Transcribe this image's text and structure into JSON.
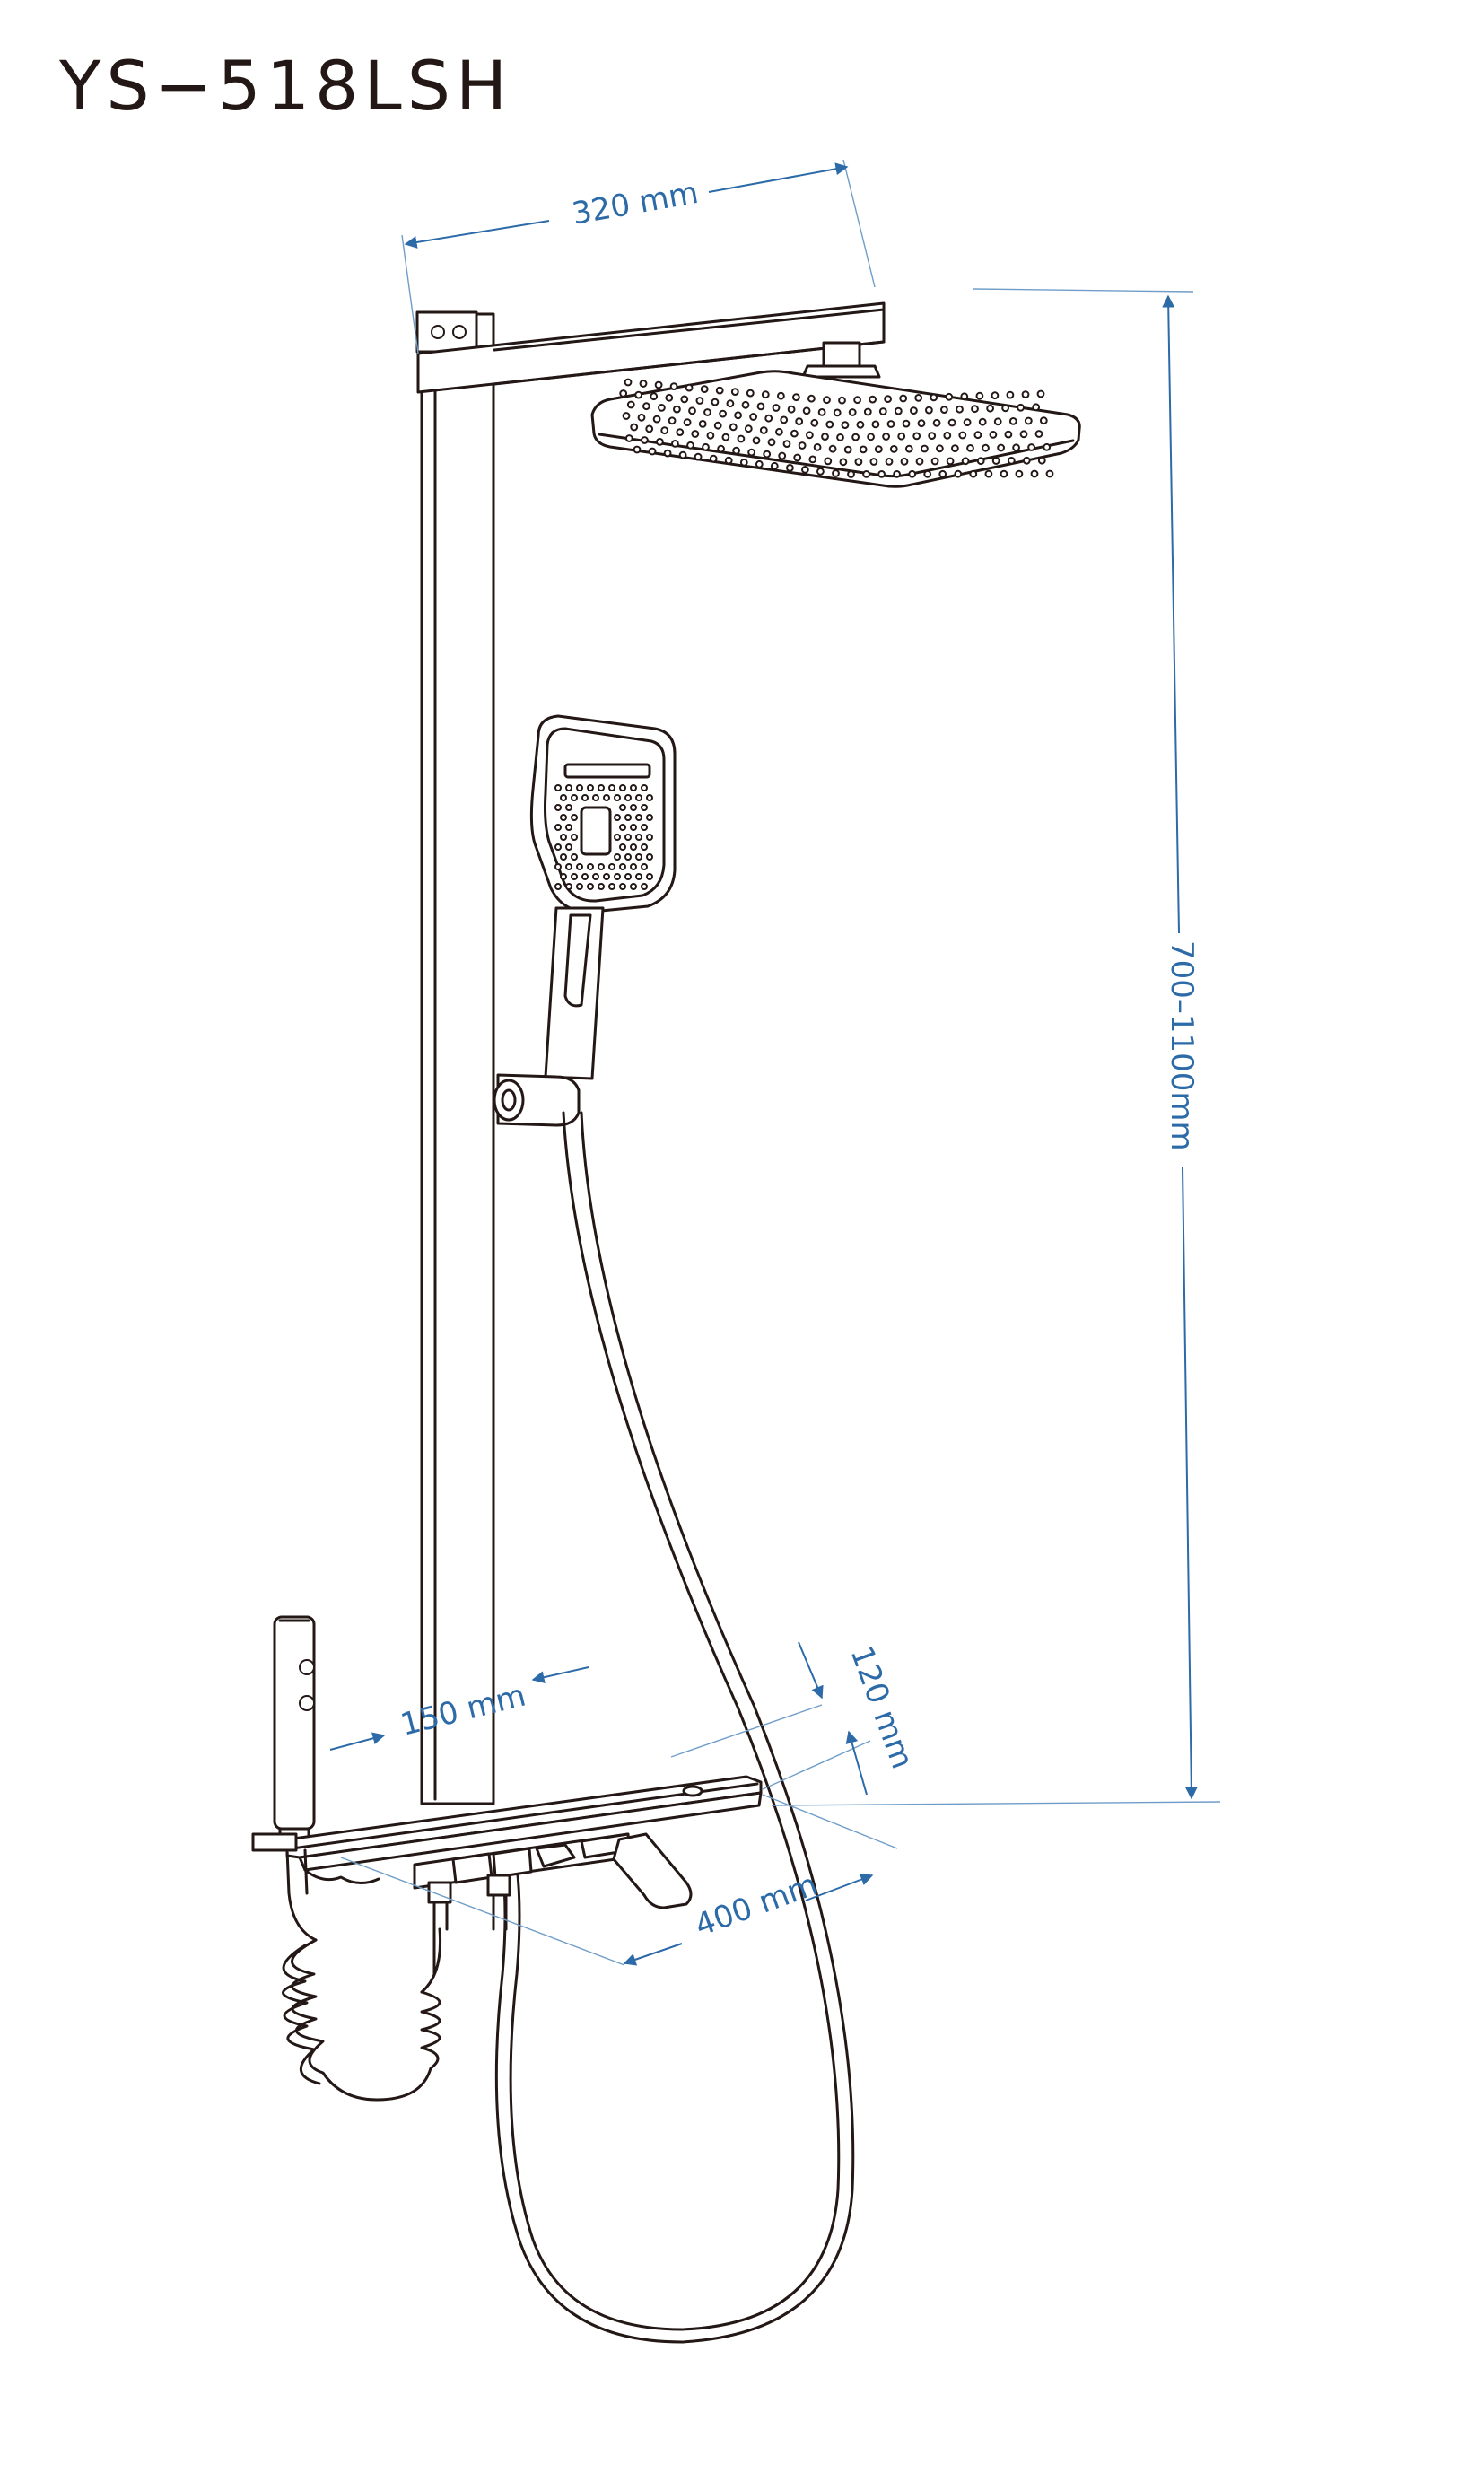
{
  "title": "YS−518LSH",
  "dimensions": {
    "top_arm": "320 mm",
    "height": "700–1100mm",
    "shelf_offset": "150 mm",
    "shelf_depth": "120 mm",
    "shelf_width": "400 mm"
  },
  "colors": {
    "line": "#231815",
    "dimension": "#2c6aa8"
  }
}
